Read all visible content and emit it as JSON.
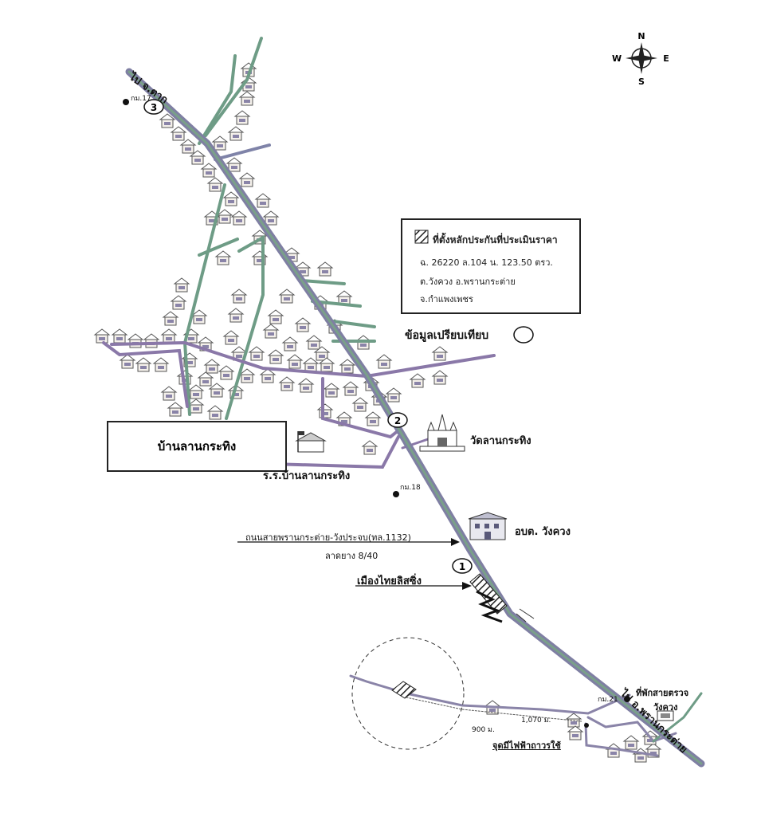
{
  "compass": {
    "n": "N",
    "s": "S",
    "e": "E",
    "w": "W"
  },
  "labels": {
    "to_tak": "ไป จ.ตาก",
    "to_phran": "ไป อ.พรานกระต่าย",
    "km17": "กม.17",
    "km18": "กม.18",
    "km21": "กม.21",
    "comparison": "ข้อมูลเปรียบเทียบ",
    "temple": "วัดลานกระทิง",
    "school": "ร.ร.บ้านลานกระทิง",
    "village": "บ้านลานกระทิง",
    "sao": "อบต. วังควง",
    "road_name": "ถนนสายพรานกระต่าย-วังประจบ(ทล.1132)",
    "road_surface": "ลาดยาง 8/40",
    "factory": "เมืองไทยลิสซิ่ง",
    "checkpoint_1": "ที่พักสายตรวจ",
    "checkpoint_2": "วังควง",
    "electric": "จุดมีไฟฟ้าถาวรใช้",
    "dist_1070": "1,070 ม.",
    "dist_900": "900 ม.",
    "marker_1": "1",
    "marker_2": "2",
    "marker_3": "3"
  },
  "legend": {
    "title": "ที่ตั้งหลักประกันที่ประเมินราคา",
    "line1": "ฉ. 26220 ล.104 น. 123.50 ตรว.",
    "line2": "ต.วังควง อ.พรานกระต่าย",
    "line3": "จ.กำแพงเพชร"
  },
  "colors": {
    "main_road": "#8a84a8",
    "road_green": "#6e9c86",
    "road_purple": "#8a78a8",
    "house": "#f4f0ea"
  }
}
